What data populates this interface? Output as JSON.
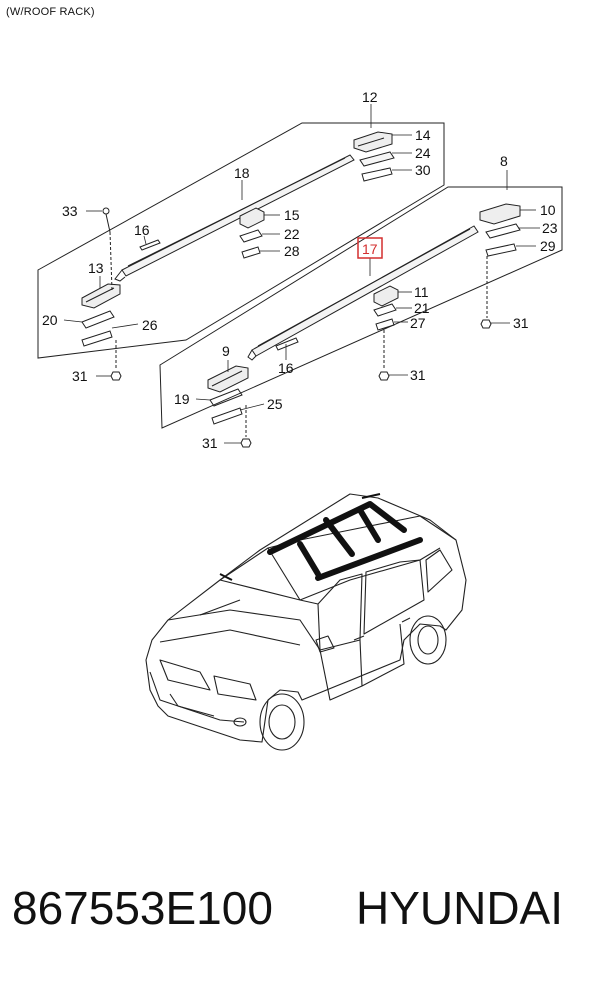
{
  "caption": "(W/ROOF RACK)",
  "diagram": {
    "callouts": {
      "c12": "12",
      "c14": "14",
      "c24": "24",
      "c30": "30",
      "c18": "18",
      "c15": "15",
      "c22": "22",
      "c28": "28",
      "c33": "33",
      "c16a": "16",
      "c13": "13",
      "c20": "20",
      "c26": "26",
      "c31a": "31",
      "c8": "8",
      "c10": "10",
      "c23": "23",
      "c29": "29",
      "c17": "17",
      "c11": "11",
      "c21": "21",
      "c27": "27",
      "c31b": "31",
      "c31c": "31",
      "c9": "9",
      "c16b": "16",
      "c19": "19",
      "c25": "25",
      "c31d": "31"
    },
    "highlighted_part": "17",
    "highlight_color": "#d32f2f"
  },
  "footer": {
    "part_number": "867553E100",
    "brand": "HYUNDAI"
  }
}
